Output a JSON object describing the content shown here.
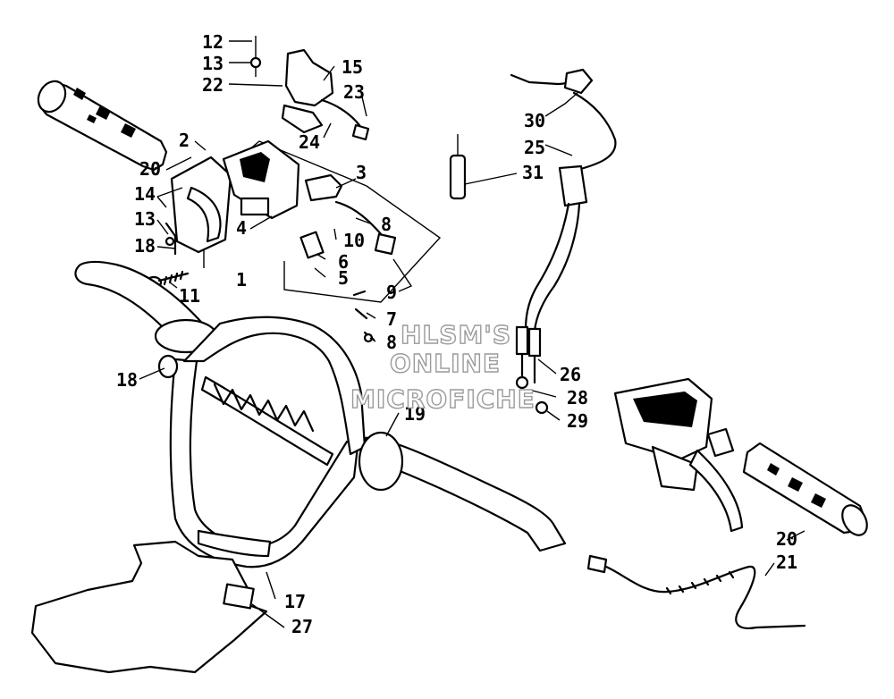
{
  "watermark": [
    "HLSM'S",
    "ONLINE",
    "MICROFICHE"
  ],
  "callouts": [
    {
      "id": "c12a",
      "text": "12"
    },
    {
      "id": "c13a",
      "text": "13"
    },
    {
      "id": "c22",
      "text": "22"
    },
    {
      "id": "c15",
      "text": "15"
    },
    {
      "id": "c23",
      "text": "23"
    },
    {
      "id": "c24",
      "text": "24"
    },
    {
      "id": "c2",
      "text": "2"
    },
    {
      "id": "c20a",
      "text": "20"
    },
    {
      "id": "c14",
      "text": "14"
    },
    {
      "id": "c13b",
      "text": "13"
    },
    {
      "id": "c18a",
      "text": "18"
    },
    {
      "id": "c11",
      "text": "11"
    },
    {
      "id": "c1",
      "text": "1"
    },
    {
      "id": "c4",
      "text": "4"
    },
    {
      "id": "c3",
      "text": "3"
    },
    {
      "id": "c8a",
      "text": "8"
    },
    {
      "id": "c10",
      "text": "10"
    },
    {
      "id": "c6",
      "text": "6"
    },
    {
      "id": "c5",
      "text": "5"
    },
    {
      "id": "c9",
      "text": "9"
    },
    {
      "id": "c7",
      "text": "7"
    },
    {
      "id": "c8b",
      "text": "8"
    },
    {
      "id": "c30",
      "text": "30"
    },
    {
      "id": "c25",
      "text": "25"
    },
    {
      "id": "c31",
      "text": "31"
    },
    {
      "id": "c26",
      "text": "26"
    },
    {
      "id": "c28",
      "text": "28"
    },
    {
      "id": "c29",
      "text": "29"
    },
    {
      "id": "c18b",
      "text": "18"
    },
    {
      "id": "c19",
      "text": "19"
    },
    {
      "id": "c17",
      "text": "17"
    },
    {
      "id": "c27",
      "text": "27"
    },
    {
      "id": "c20b",
      "text": "20"
    },
    {
      "id": "c21",
      "text": "21"
    }
  ]
}
